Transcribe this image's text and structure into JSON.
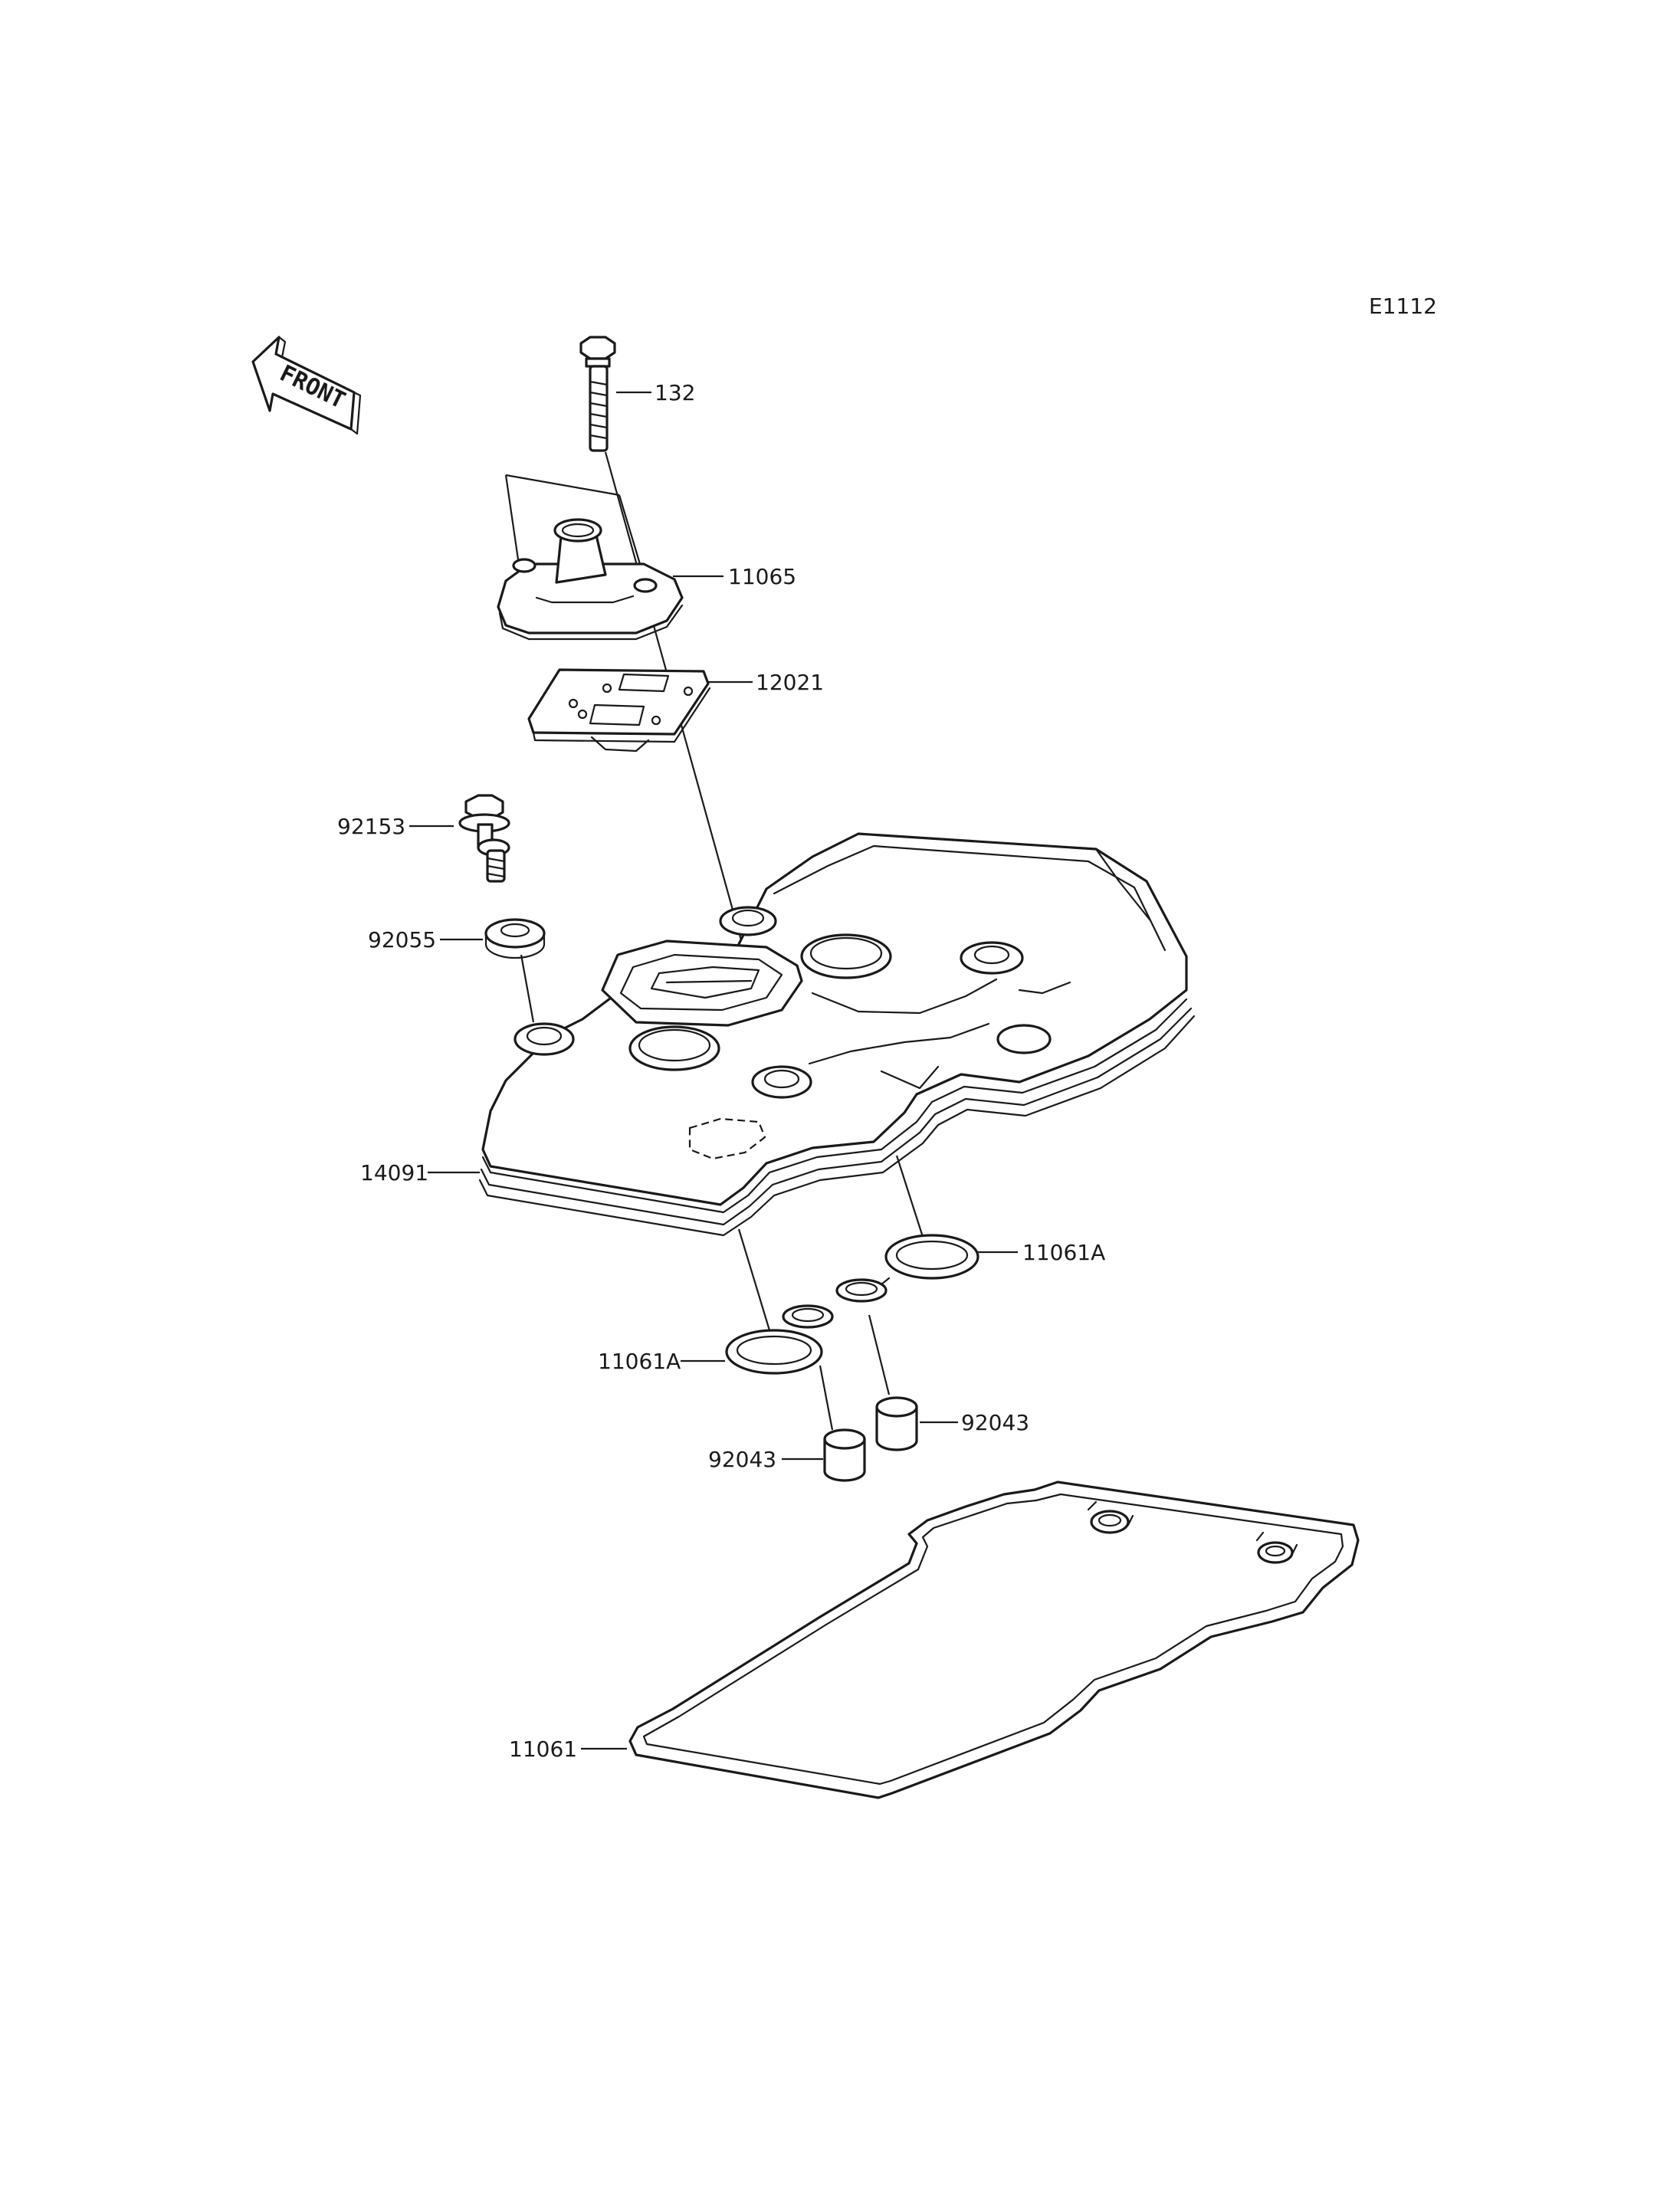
{
  "diagram_code": "E1112",
  "front_label": "FRONT",
  "callouts": {
    "c132": "132",
    "c11065": "11065",
    "c12021": "12021",
    "c92153": "92153",
    "c92055": "92055",
    "c14091": "14091",
    "c11061A_right": "11061A",
    "c11061A_left": "11061A",
    "c92043_right": "92043",
    "c92043_left": "92043",
    "c11061": "11061"
  },
  "colors": {
    "line": "#1a1a1a",
    "background": "#ffffff"
  }
}
